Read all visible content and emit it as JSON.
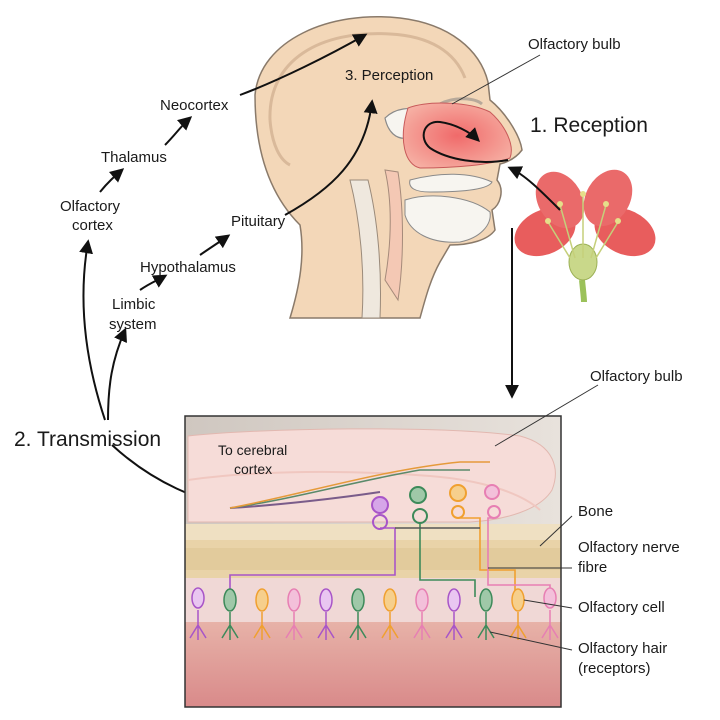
{
  "labels": {
    "olfactory_bulb_top": "Olfactory bulb",
    "perception": "3. Perception",
    "reception": "1. Reception",
    "neocortex": "Neocortex",
    "thalamus": "Thalamus",
    "olfactory_cortex_1": "Olfactory",
    "olfactory_cortex_2": "cortex",
    "pituitary": "Pituitary",
    "hypothalamus": "Hypothalamus",
    "limbic_1": "Limbic",
    "limbic_2": "system",
    "transmission": "2. Transmission",
    "to_cerebral_1": "To cerebral",
    "to_cerebral_2": "cortex",
    "olfactory_bulb_detail": "Olfactory bulb",
    "bone": "Bone",
    "nerve_fibre_1": "Olfactory nerve",
    "nerve_fibre_2": "fibre",
    "olfactory_cell": "Olfactory cell",
    "olfactory_hair_1": "Olfactory hair",
    "olfactory_hair_2": "(receptors)"
  },
  "colors": {
    "skin": "#f3d7b8",
    "skin_outline": "#8a7a6a",
    "nasal_red": "#ee6d6d",
    "flower": "#e85d5d",
    "stem": "#9bc15a",
    "bulb_pink": "#f6dcd8",
    "bone": "#e9d3a8",
    "tissue": "#d98f8f",
    "neuron_purple": "#a855c8",
    "neuron_green": "#3d8a5a",
    "neuron_orange": "#f0a030",
    "neuron_pink": "#e77fb3"
  }
}
